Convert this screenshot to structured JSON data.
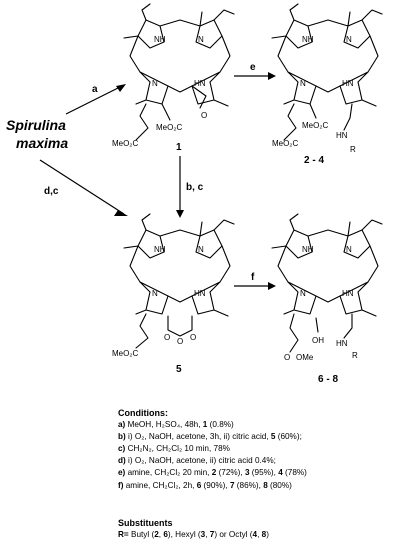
{
  "source": {
    "line1": "Spirulina",
    "line2": "maxima"
  },
  "steps": {
    "a": "a",
    "e": "e",
    "dc": "d,c",
    "bc": "b, c",
    "f": "f"
  },
  "compounds": {
    "c1": "1",
    "c24": "2 - 4",
    "c5": "5",
    "c68": "6 - 8"
  },
  "atoms": {
    "nh": "NH",
    "n": "N",
    "hn": "HN",
    "o": "O",
    "meo2c": "MeO₂C",
    "meo": "MeO",
    "hn_amide": "HN",
    "r": "R",
    "oh": "OH",
    "ome": "OMe"
  },
  "conditions": {
    "title": "Conditions:",
    "items": [
      {
        "key": "a)",
        "text": "MeOH, H₂SO₄, 48h, ",
        "tail": [
          [
            "1",
            true
          ],
          [
            " (0.8%)",
            false
          ]
        ]
      },
      {
        "key": "b)",
        "text": "i) O₂, NaOH, acetone, 3h, ii) citric acid, ",
        "tail": [
          [
            "5",
            true
          ],
          [
            " (60%);",
            false
          ]
        ]
      },
      {
        "key": "c)",
        "text": "CH₂N₂, CH₂Cl₂ 10 min, 78%",
        "tail": []
      },
      {
        "key": "d)",
        "text": "i) O₂, NaOH, acetone, ii) citric acid 0.4%;",
        "tail": []
      },
      {
        "key": "e)",
        "text": "amine, CH₂Cl₂ 20 min, ",
        "tail": [
          [
            "2",
            true
          ],
          [
            " (72%), ",
            false
          ],
          [
            "3",
            true
          ],
          [
            " (95%), ",
            false
          ],
          [
            "4",
            true
          ],
          [
            " (78%)",
            false
          ]
        ]
      },
      {
        "key": "f)",
        "text": "amine, CH₂Cl₂, 2h, ",
        "tail": [
          [
            "6",
            true
          ],
          [
            " (90%), ",
            false
          ],
          [
            "7",
            true
          ],
          [
            " (86%), ",
            false
          ],
          [
            "8",
            true
          ],
          [
            " (80%)",
            false
          ]
        ]
      }
    ]
  },
  "substituents": {
    "title": "Substituents",
    "parts": [
      [
        "R= ",
        true
      ],
      [
        "Butyl (",
        false
      ],
      [
        "2",
        true
      ],
      [
        ", ",
        false
      ],
      [
        "6",
        true
      ],
      [
        "), Hexyl (",
        false
      ],
      [
        "3",
        true
      ],
      [
        ", ",
        false
      ],
      [
        "7",
        true
      ],
      [
        ") or Octyl (",
        false
      ],
      [
        "4",
        true
      ],
      [
        ", ",
        false
      ],
      [
        "8",
        true
      ],
      [
        ")",
        false
      ]
    ]
  }
}
